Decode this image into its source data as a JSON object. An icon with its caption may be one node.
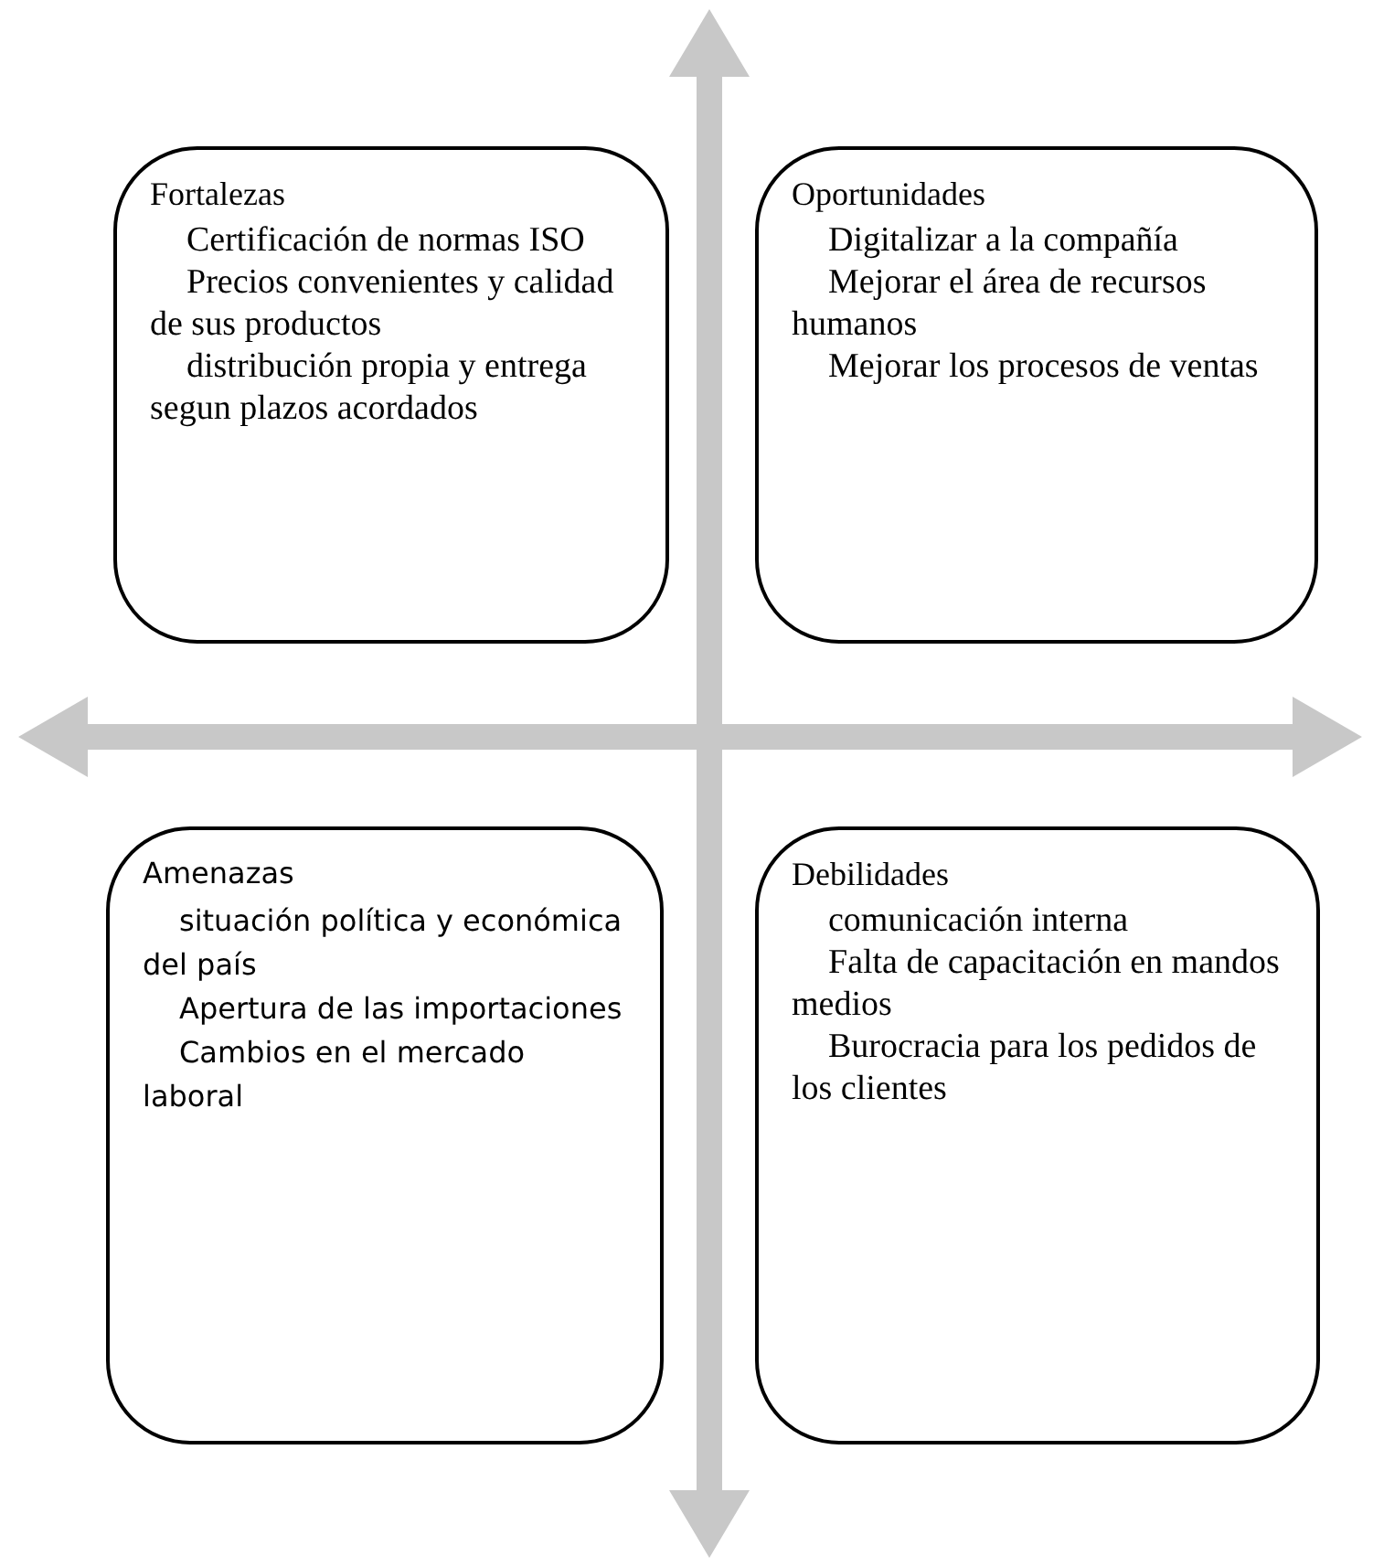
{
  "diagram": {
    "nodes": [
      {
        "text": [
          "Fortalezas",
          "Certificación de normas ISO",
          "Precios convenientes y calidad de sus productos",
          "distribución propia y entrega segun plazos acordados"
        ]
      },
      {
        "text": [
          "Oportunidades",
          "Digitalizar a la compañía",
          "Mejorar el área de recursos humanos",
          "Mejorar los procesos de ventas"
        ]
      },
      {
        "text": [
          "Amenazas",
          "situación política y económica del país",
          "Apertura de las importaciones",
          "Cambios en el mercado laboral"
        ]
      },
      {
        "text": [
          "Debilidades",
          "comunicación interna",
          "Falta de capacitación en mandos medios",
          "Burocracia para los pedidos de los clientes"
        ]
      }
    ]
  }
}
